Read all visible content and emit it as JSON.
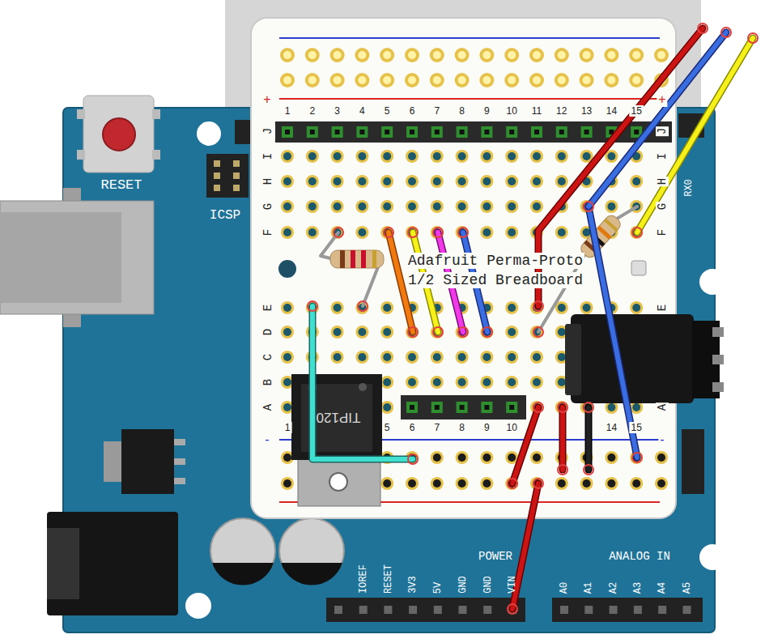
{
  "diagram": {
    "labels": [
      "RESET",
      "ICSP",
      "1",
      "2",
      "3",
      "4",
      "5",
      "6",
      "7",
      "8",
      "9",
      "10",
      "11",
      "12",
      "13",
      "14",
      "15",
      "J",
      "I",
      "H",
      "G",
      "F",
      "E",
      "D",
      "C",
      "B",
      "A",
      "J",
      "I",
      "H",
      "G",
      "F",
      "E",
      "A",
      "+",
      "+",
      "-",
      "-",
      "Adafruit Perma-Proto",
      "1/2 Sized Breadboard",
      "TIP120",
      "1",
      "5",
      "6",
      "7",
      "8",
      "9",
      "10",
      "14",
      "15",
      "POWER",
      "ANALOG IN",
      "IOREF",
      "RESET",
      "3V3",
      "5V",
      "GND",
      "GND",
      "VIN",
      "A0",
      "A1",
      "A2",
      "A3",
      "A4",
      "A5",
      "RX0"
    ]
  }
}
